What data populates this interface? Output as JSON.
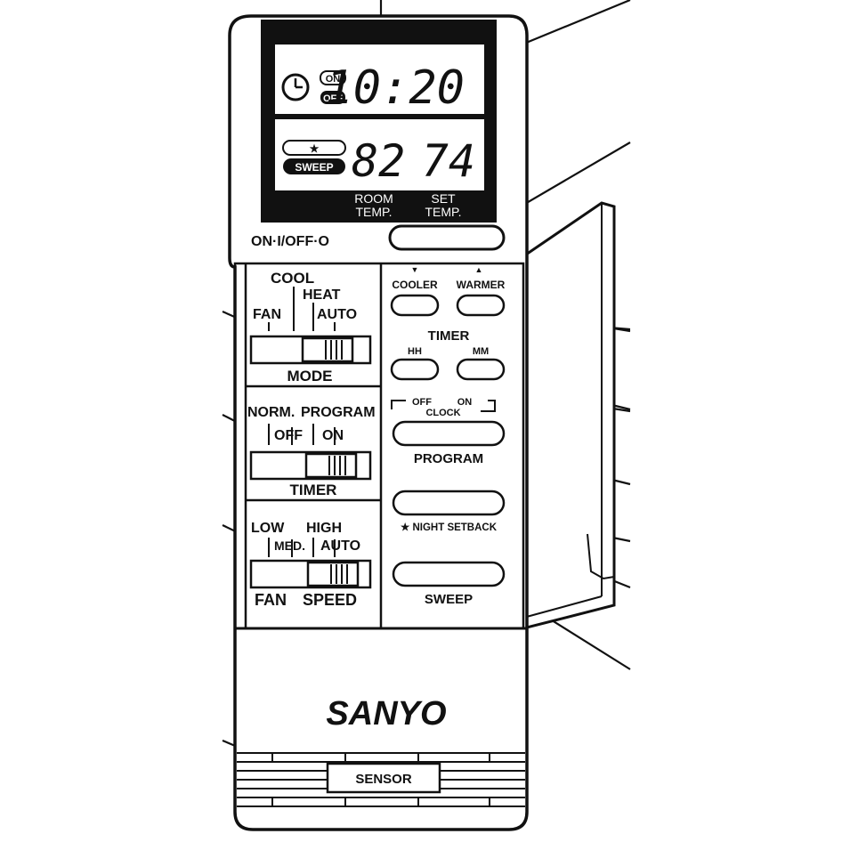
{
  "display": {
    "clock_time": "10:20",
    "timer_on_label": "ON",
    "timer_off_label": "OFF",
    "star_icon_label": "★",
    "sweep_label": "SWEEP",
    "room_temp": "82",
    "set_temp": "74",
    "room_temp_label_1": "ROOM",
    "room_temp_label_2": "TEMP.",
    "set_temp_label_1": "SET",
    "set_temp_label_2": "TEMP."
  },
  "power": {
    "label": "ON·I/OFF·O"
  },
  "mode_switch": {
    "options": [
      "COOL",
      "HEAT",
      "FAN",
      "AUTO"
    ],
    "label": "MODE"
  },
  "timer_switch": {
    "option_norm": "NORM.",
    "option_program": "PROGRAM",
    "option_off": "OFF",
    "option_on": "ON",
    "label": "TIMER"
  },
  "fan_switch": {
    "option_low": "LOW",
    "option_high": "HIGH",
    "option_med": "MED.",
    "option_auto": "AUTO",
    "label_1": "FAN",
    "label_2": "SPEED"
  },
  "temp_buttons": {
    "cooler_label": "COOLER",
    "warmer_label": "WARMER",
    "down_arrow": "▼",
    "up_arrow": "▲"
  },
  "timer_buttons": {
    "title": "TIMER",
    "hh_label": "HH",
    "mm_label": "MM"
  },
  "program_button": {
    "off_label": "OFF",
    "on_label": "ON",
    "clock_label": "CLOCK",
    "label": "PROGRAM"
  },
  "night_setback": {
    "label": "★ NIGHT SETBACK"
  },
  "sweep_button": {
    "label": "SWEEP"
  },
  "brand": {
    "name": "SANYO"
  },
  "sensor": {
    "label": "SENSOR"
  },
  "colors": {
    "ink": "#111111",
    "paper": "#ffffff",
    "lcd_bezel": "#111111",
    "lcd_face": "#ffffff"
  }
}
